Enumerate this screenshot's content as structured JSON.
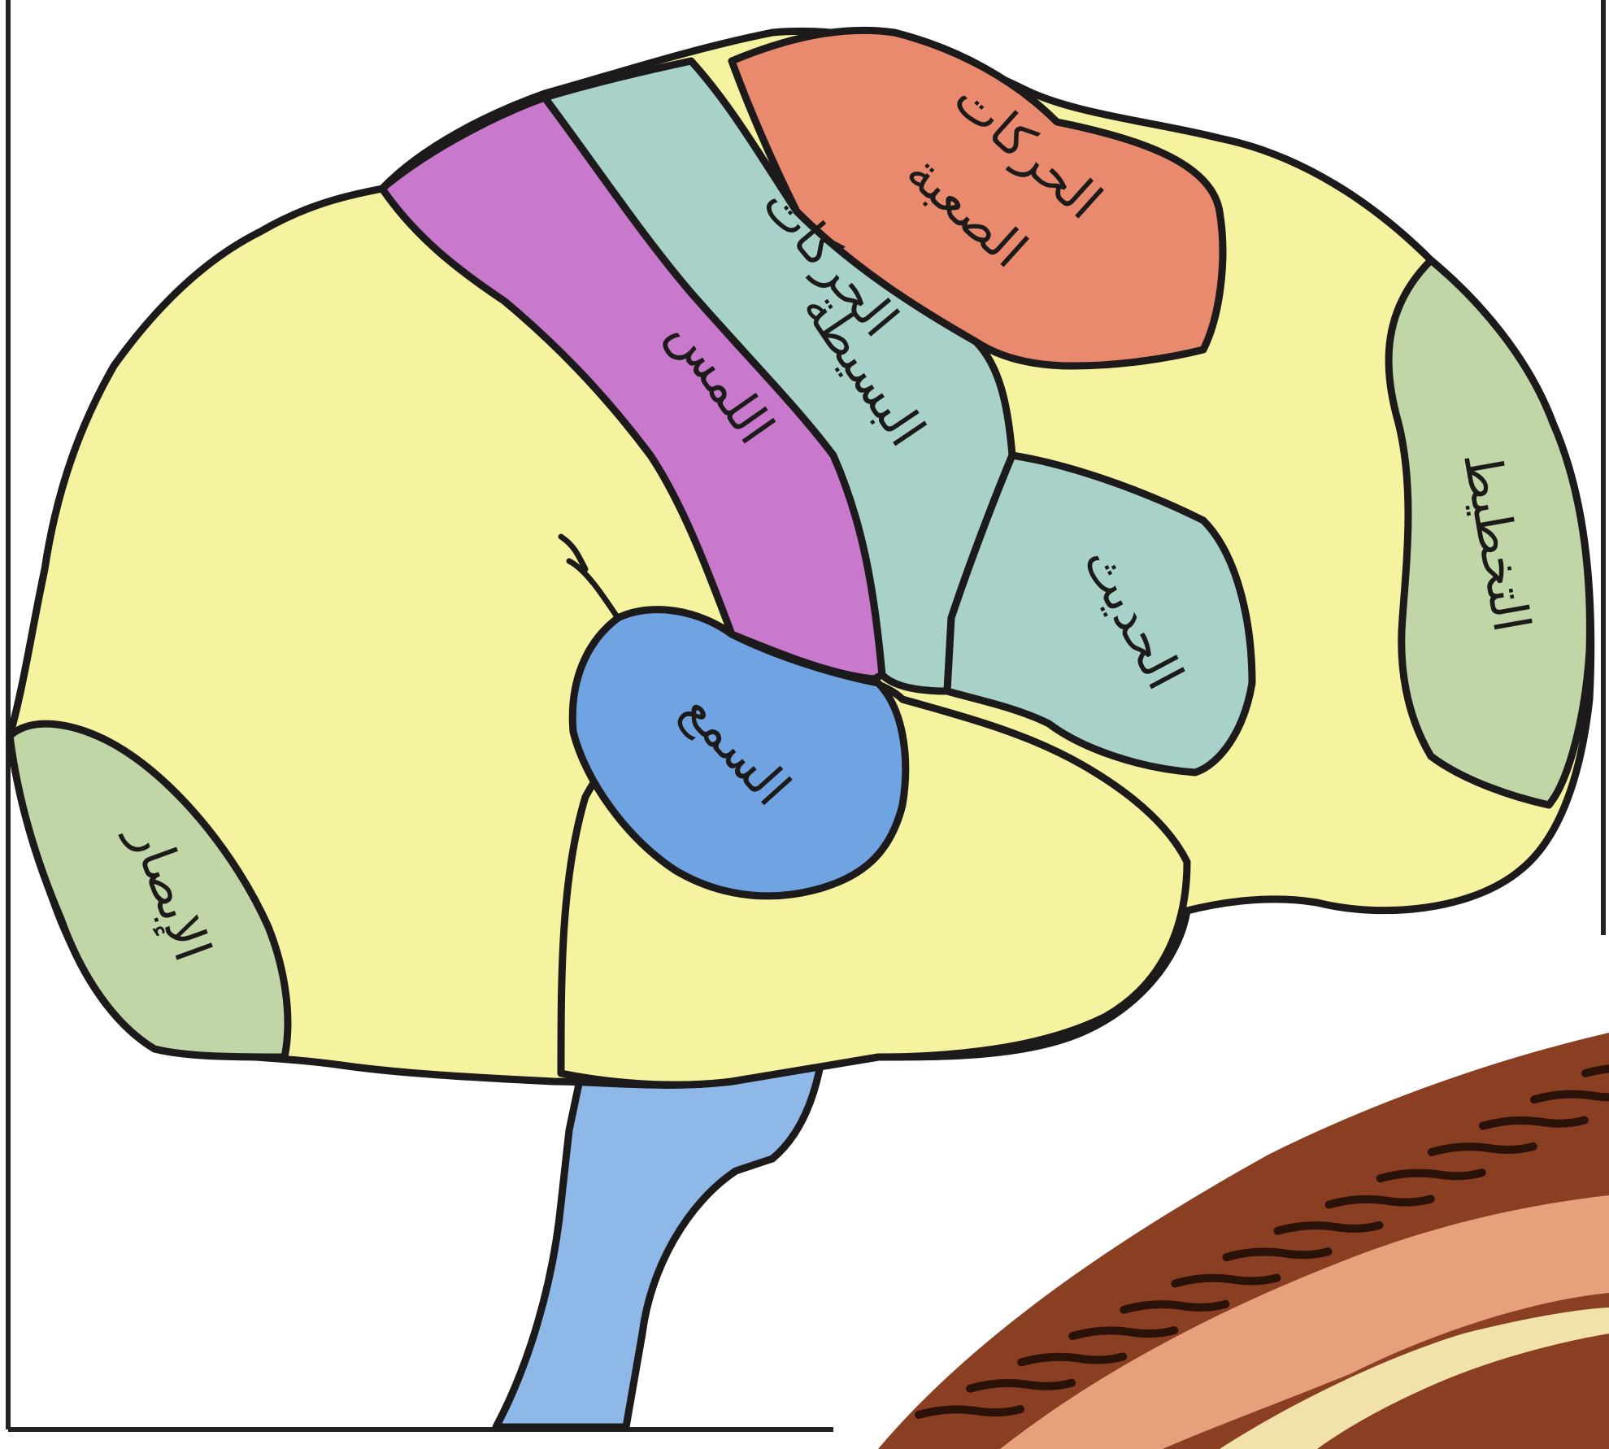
{
  "colors": {
    "background": "#ffffff",
    "cortex": "#f6f3a0",
    "outline": "#1c1a1a",
    "vision": "#c0d6a6",
    "touch": "#c879cc",
    "simple_movements": "#a7d1c9",
    "complex_movements": "#e98a6e",
    "planning": "#c0d6a6",
    "speech": "#a7d1c9",
    "hearing": "#6fa3e1",
    "brainstem": "#8db8e8",
    "spine_muscle": "#8a3f22",
    "spine_stripe": "#e6a07c"
  },
  "regions": [
    {
      "id": "complex_movements",
      "lines": [
        "الحركات",
        "الصعبة"
      ],
      "color_key": "complex_movements"
    },
    {
      "id": "simple_movements",
      "lines": [
        "الحركات",
        "البسيطة"
      ],
      "color_key": "simple_movements"
    },
    {
      "id": "touch",
      "lines": [
        "اللمس"
      ],
      "color_key": "touch"
    },
    {
      "id": "planning",
      "lines": [
        "التخطيط"
      ],
      "color_key": "planning"
    },
    {
      "id": "speech",
      "lines": [
        "الحديث"
      ],
      "color_key": "speech"
    },
    {
      "id": "hearing",
      "lines": [
        "السمع"
      ],
      "color_key": "hearing"
    },
    {
      "id": "vision",
      "lines": [
        "الإبصار"
      ],
      "color_key": "vision"
    }
  ]
}
